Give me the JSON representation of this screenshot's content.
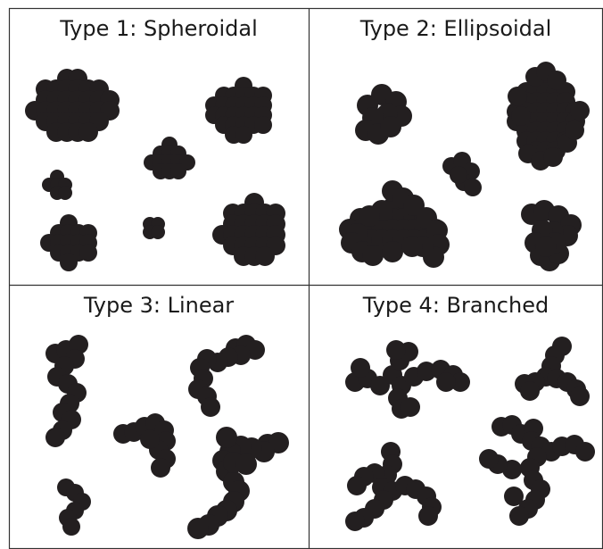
{
  "panels": [
    {
      "title": "Type 1: Spheroidal",
      "shape": "spheroidal"
    },
    {
      "title": "Type 2: Ellipsoidal",
      "shape": "ellipsoidal"
    },
    {
      "title": "Type 3: Linear",
      "shape": "linear"
    },
    {
      "title": "Type 4: Branched",
      "shape": "branched"
    }
  ],
  "colors": {
    "particle": "#231f20",
    "border": "#333333",
    "background": "#ffffff"
  }
}
